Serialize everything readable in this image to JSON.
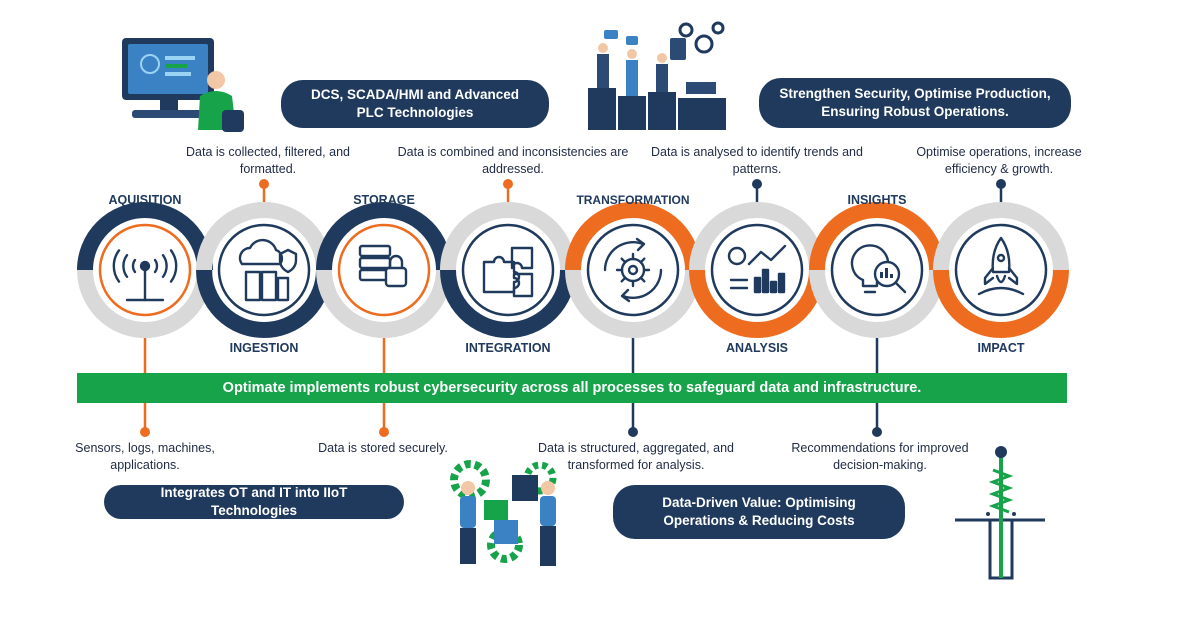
{
  "colors": {
    "navy": "#203a5e",
    "orange": "#ee6c1f",
    "gray": "#d9d9d9",
    "green": "#16a34a"
  },
  "banner": "Optimate implements robust cybersecurity across all processes to safeguard data and infrastructure.",
  "pills": {
    "dcs": "DCS, SCADA/HMI and Advanced PLC Technologies",
    "security": "Strengthen Security, Optimise Production, Ensuring Robust Operations.",
    "ot_it": "Integrates OT and IT into IIoT Technologies",
    "value": "Data-Driven Value: Optimising Operations & Reducing Costs"
  },
  "stages": [
    {
      "label": "AQUISITION",
      "icon": "antenna-icon",
      "note": "Sensors, logs, machines, applications."
    },
    {
      "label": "INGESTION",
      "icon": "cloud-server-icon",
      "note": "Data is collected, filtered, and formatted."
    },
    {
      "label": "STORAGE",
      "icon": "secure-server-icon",
      "note": "Data is stored securely."
    },
    {
      "label": "INTEGRATION",
      "icon": "puzzle-icon",
      "note": "Data is combined and inconsistencies are addressed."
    },
    {
      "label": "TRANSFORMATION",
      "icon": "gear-cycle-icon",
      "note": "Data is structured, aggregated, and transformed for analysis."
    },
    {
      "label": "ANALYSIS",
      "icon": "analytics-icon",
      "note": "Data is analysed to identify trends and patterns."
    },
    {
      "label": "INSIGHTS",
      "icon": "lightbulb-icon",
      "note": "Recommendations for improved decision-making."
    },
    {
      "label": "IMPACT",
      "icon": "rocket-icon",
      "note": "Optimise operations, increase efficiency & growth."
    }
  ]
}
